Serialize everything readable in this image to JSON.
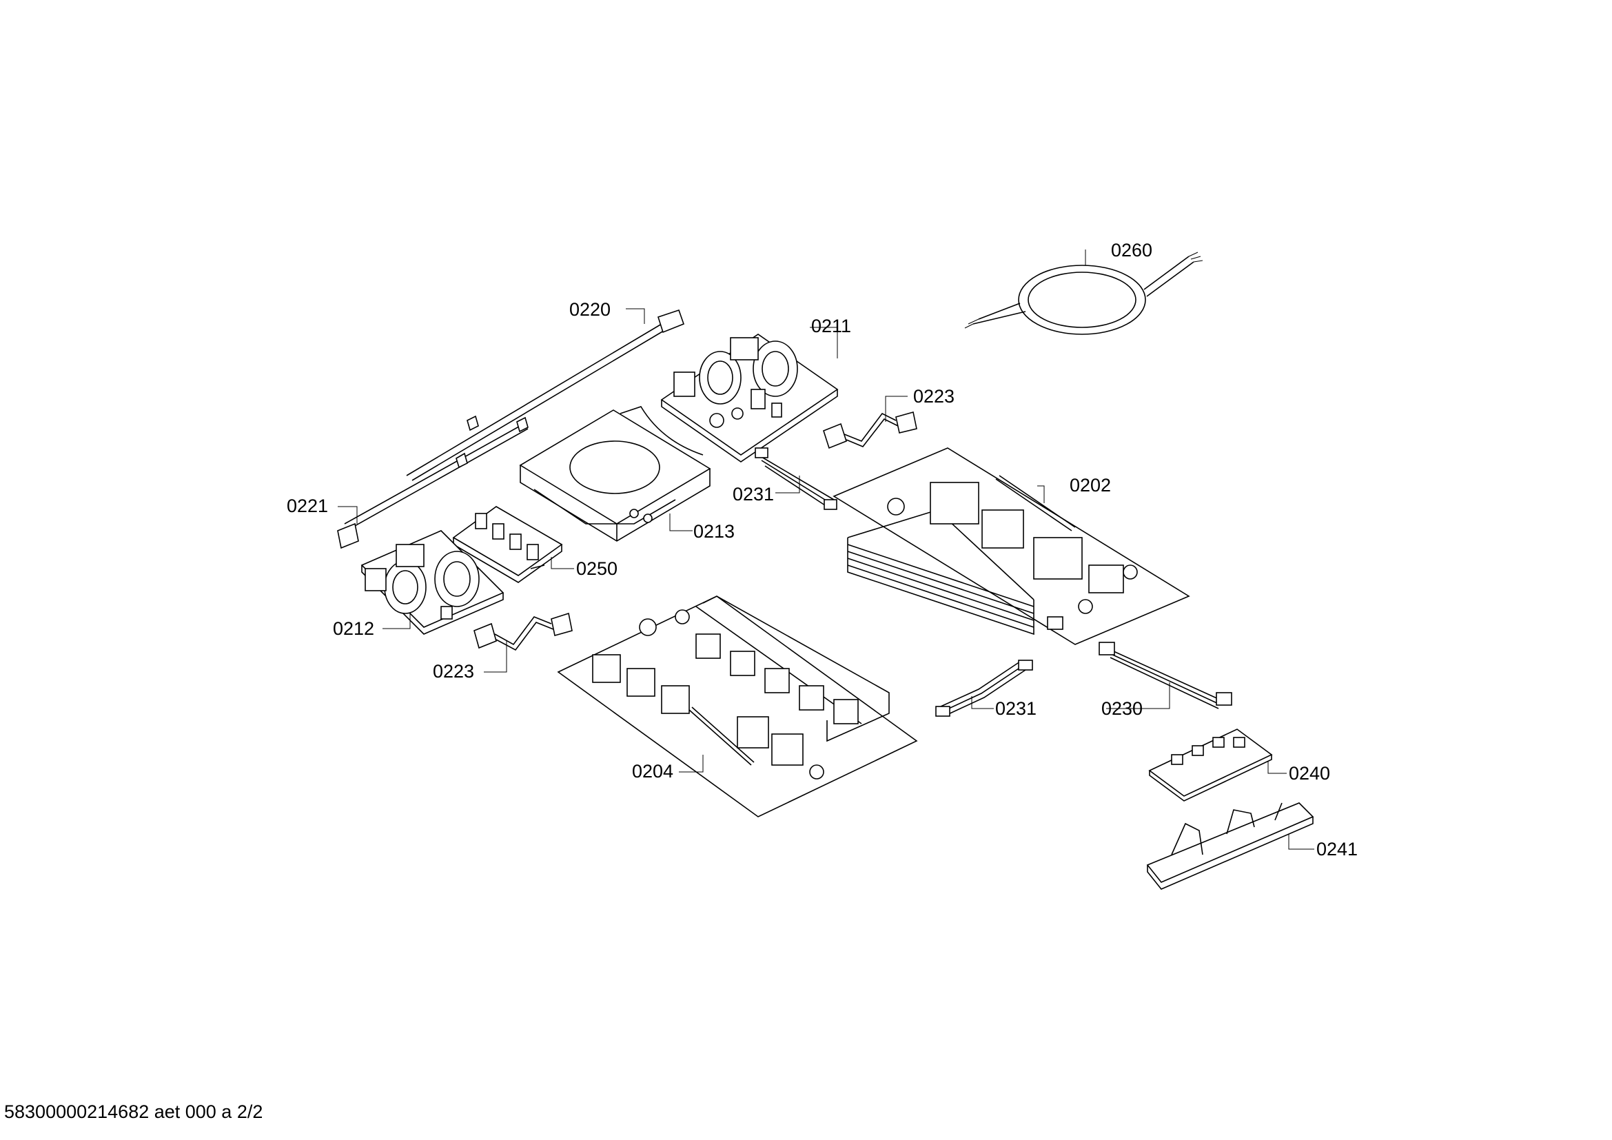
{
  "document": {
    "footer_text": "58300000214682 aet 000 a 2/2"
  },
  "parts": [
    {
      "id": "p0220",
      "label": "0220"
    },
    {
      "id": "p0211",
      "label": "0211"
    },
    {
      "id": "p0260",
      "label": "0260"
    },
    {
      "id": "p0223a",
      "label": "0223"
    },
    {
      "id": "p0231a",
      "label": "0231"
    },
    {
      "id": "p0202",
      "label": "0202"
    },
    {
      "id": "p0221",
      "label": "0221"
    },
    {
      "id": "p0213",
      "label": "0213"
    },
    {
      "id": "p0250",
      "label": "0250"
    },
    {
      "id": "p0212",
      "label": "0212"
    },
    {
      "id": "p0223b",
      "label": "0223"
    },
    {
      "id": "p0231b",
      "label": "0231"
    },
    {
      "id": "p0230",
      "label": "0230"
    },
    {
      "id": "p0204",
      "label": "0204"
    },
    {
      "id": "p0240",
      "label": "0240"
    },
    {
      "id": "p0241",
      "label": "0241"
    }
  ]
}
